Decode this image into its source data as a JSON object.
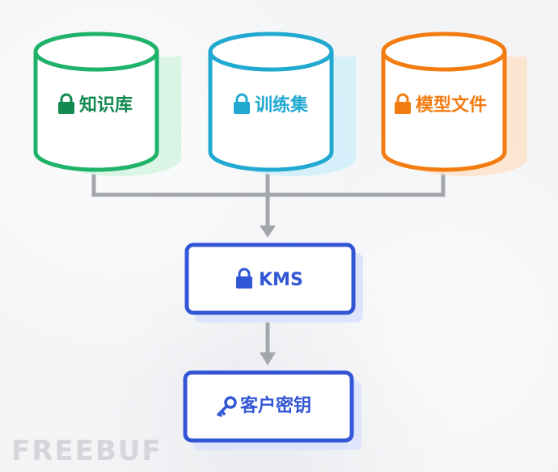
{
  "colors": {
    "knowledge_base": "#1fb36a",
    "knowledge_base_text": "#138a4f",
    "training_set": "#22a9d2",
    "model_file": "#f37c10",
    "kms": "#3356d6",
    "connector": "#a3a6ab"
  },
  "icons": {
    "lock": "lock-icon",
    "key": "key-icon"
  },
  "diagram": {
    "sources": [
      {
        "label": "知识库"
      },
      {
        "label": "训练集"
      },
      {
        "label": "模型文件"
      }
    ],
    "kms": {
      "label": "KMS"
    },
    "customer_key": {
      "label": "客户密钥"
    }
  },
  "watermark": "FREEBUF"
}
